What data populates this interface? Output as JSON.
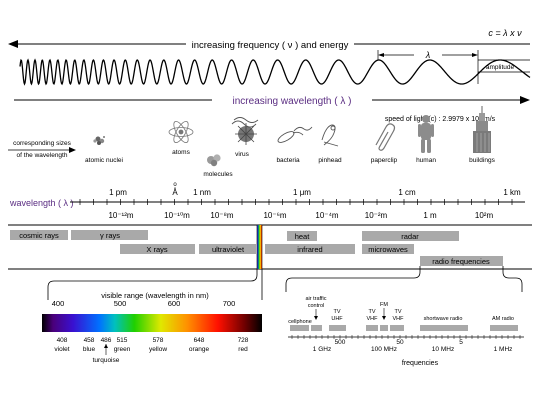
{
  "header": {
    "frequency_label": "increasing frequency ( ν ) and energy",
    "formula": "c = λ x ν",
    "lambda_symbol": "λ",
    "amplitude_label": "amplitude",
    "wavelength_label": "increasing wavelength ( λ )",
    "speed_of_light": "speed of light (c) : 2.9979 x 10⁸ m/s"
  },
  "sizes": {
    "caption": "corresponding sizes of the wavelength",
    "caption_line1": "corresponding sizes",
    "caption_line2": "of the wavelength",
    "items": [
      {
        "label": "atomic nuclei",
        "icon": "atomic-nuclei-icon"
      },
      {
        "label": "atoms",
        "icon": "atom-icon"
      },
      {
        "label": "molecules",
        "icon": "molecules-icon"
      },
      {
        "label": "virus",
        "icon": "virus-icon"
      },
      {
        "label": "bacteria",
        "icon": "bacteria-icon"
      },
      {
        "label": "pinhead",
        "icon": "pinhead-icon"
      },
      {
        "label": "paperclip",
        "icon": "paperclip-icon"
      },
      {
        "label": "human",
        "icon": "human-icon"
      },
      {
        "label": "buildings",
        "icon": "buildings-icon"
      }
    ]
  },
  "scale": {
    "title": "wavelength ( λ )",
    "top_ticks": [
      "1 pm",
      "Å",
      "1 nm",
      "1 μm",
      "1 cm",
      "1 km"
    ],
    "bottom_ticks": [
      "10⁻¹²m",
      "10⁻¹⁰m",
      "10⁻⁸m",
      "10⁻⁶m",
      "10⁻⁴m",
      "10⁻²m",
      "1 m",
      "10²m"
    ]
  },
  "bands": [
    "cosmic rays",
    "γ rays",
    "X rays",
    "ultraviolet",
    "heat",
    "infrared",
    "radar",
    "microwaves",
    "radio frequencies"
  ],
  "visible": {
    "title": "visible range (wavelength in nm)",
    "axis_ticks": [
      "400",
      "500",
      "600",
      "700"
    ],
    "colors": [
      {
        "nm": "408",
        "name": "violet"
      },
      {
        "nm": "458",
        "name": "blue"
      },
      {
        "nm": "486",
        "name": "turquoise"
      },
      {
        "nm": "515",
        "name": "green"
      },
      {
        "nm": "578",
        "name": "yellow"
      },
      {
        "nm": "648",
        "name": "orange"
      },
      {
        "nm": "728",
        "name": "red"
      }
    ]
  },
  "radio": {
    "labels": {
      "cellphone": "cellphone",
      "air_traffic_1": "air traffic",
      "air_traffic_2": "control",
      "tv_uhf_1": "TV",
      "tv_uhf_2": "UHF",
      "fm": "FM",
      "tv_vhf_a1": "TV",
      "tv_vhf_a2": "VHF",
      "tv_vhf_b1": "TV",
      "tv_vhf_b2": "VHF",
      "shortwave": "shortwave radio",
      "am": "AM radio"
    },
    "axis_ticks": [
      "1 GHz",
      "500",
      "100 MHz",
      "50",
      "10 MHz",
      "5",
      "1 MHz"
    ],
    "axis_title": "frequencies"
  },
  "colors": {
    "band_fill": "#a9a9a9",
    "wavelength_purple": "#5a2d82",
    "visible_strip": [
      "#000000",
      "#5b0085",
      "#2a1fd0",
      "#0090ff",
      "#00c0c0",
      "#30d000",
      "#e8e800",
      "#ff9000",
      "#ff2000",
      "#7a0000",
      "#000000"
    ]
  }
}
